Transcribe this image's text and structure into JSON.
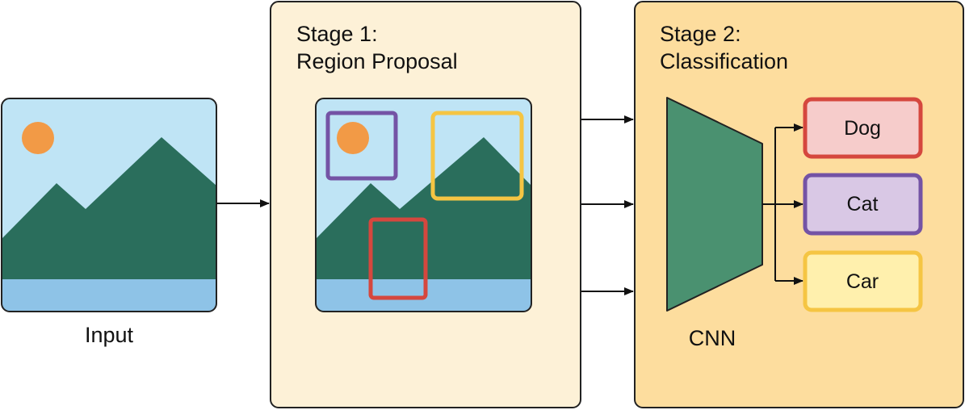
{
  "input": {
    "label": "Input"
  },
  "stage1": {
    "title_line1": "Stage 1:",
    "title_line2": "Region Proposal"
  },
  "stage2": {
    "title_line1": "Stage 2:",
    "title_line2": "Classification",
    "cnn_label": "CNN"
  },
  "classes": [
    {
      "label": "Dog",
      "fill": "#f6cccb",
      "stroke": "#d5473e"
    },
    {
      "label": "Cat",
      "fill": "#d9c8e5",
      "stroke": "#7453a5"
    },
    {
      "label": "Car",
      "fill": "#fff0ad",
      "stroke": "#f5c543"
    }
  ],
  "region_proposals": [
    {
      "name": "purple-box",
      "color": "#7453a5"
    },
    {
      "name": "yellow-box",
      "color": "#f5c543"
    },
    {
      "name": "red-box",
      "color": "#d5473e"
    }
  ],
  "colors": {
    "stage1_panel": "#fdf1d7",
    "stage2_panel": "#fddd9e",
    "panel_border": "#222222",
    "sky": "#bfe4f5",
    "water": "#8ec3e7",
    "mountain": "#2a6e5c",
    "sun": "#f29a46",
    "cnn": "#4a9170"
  }
}
